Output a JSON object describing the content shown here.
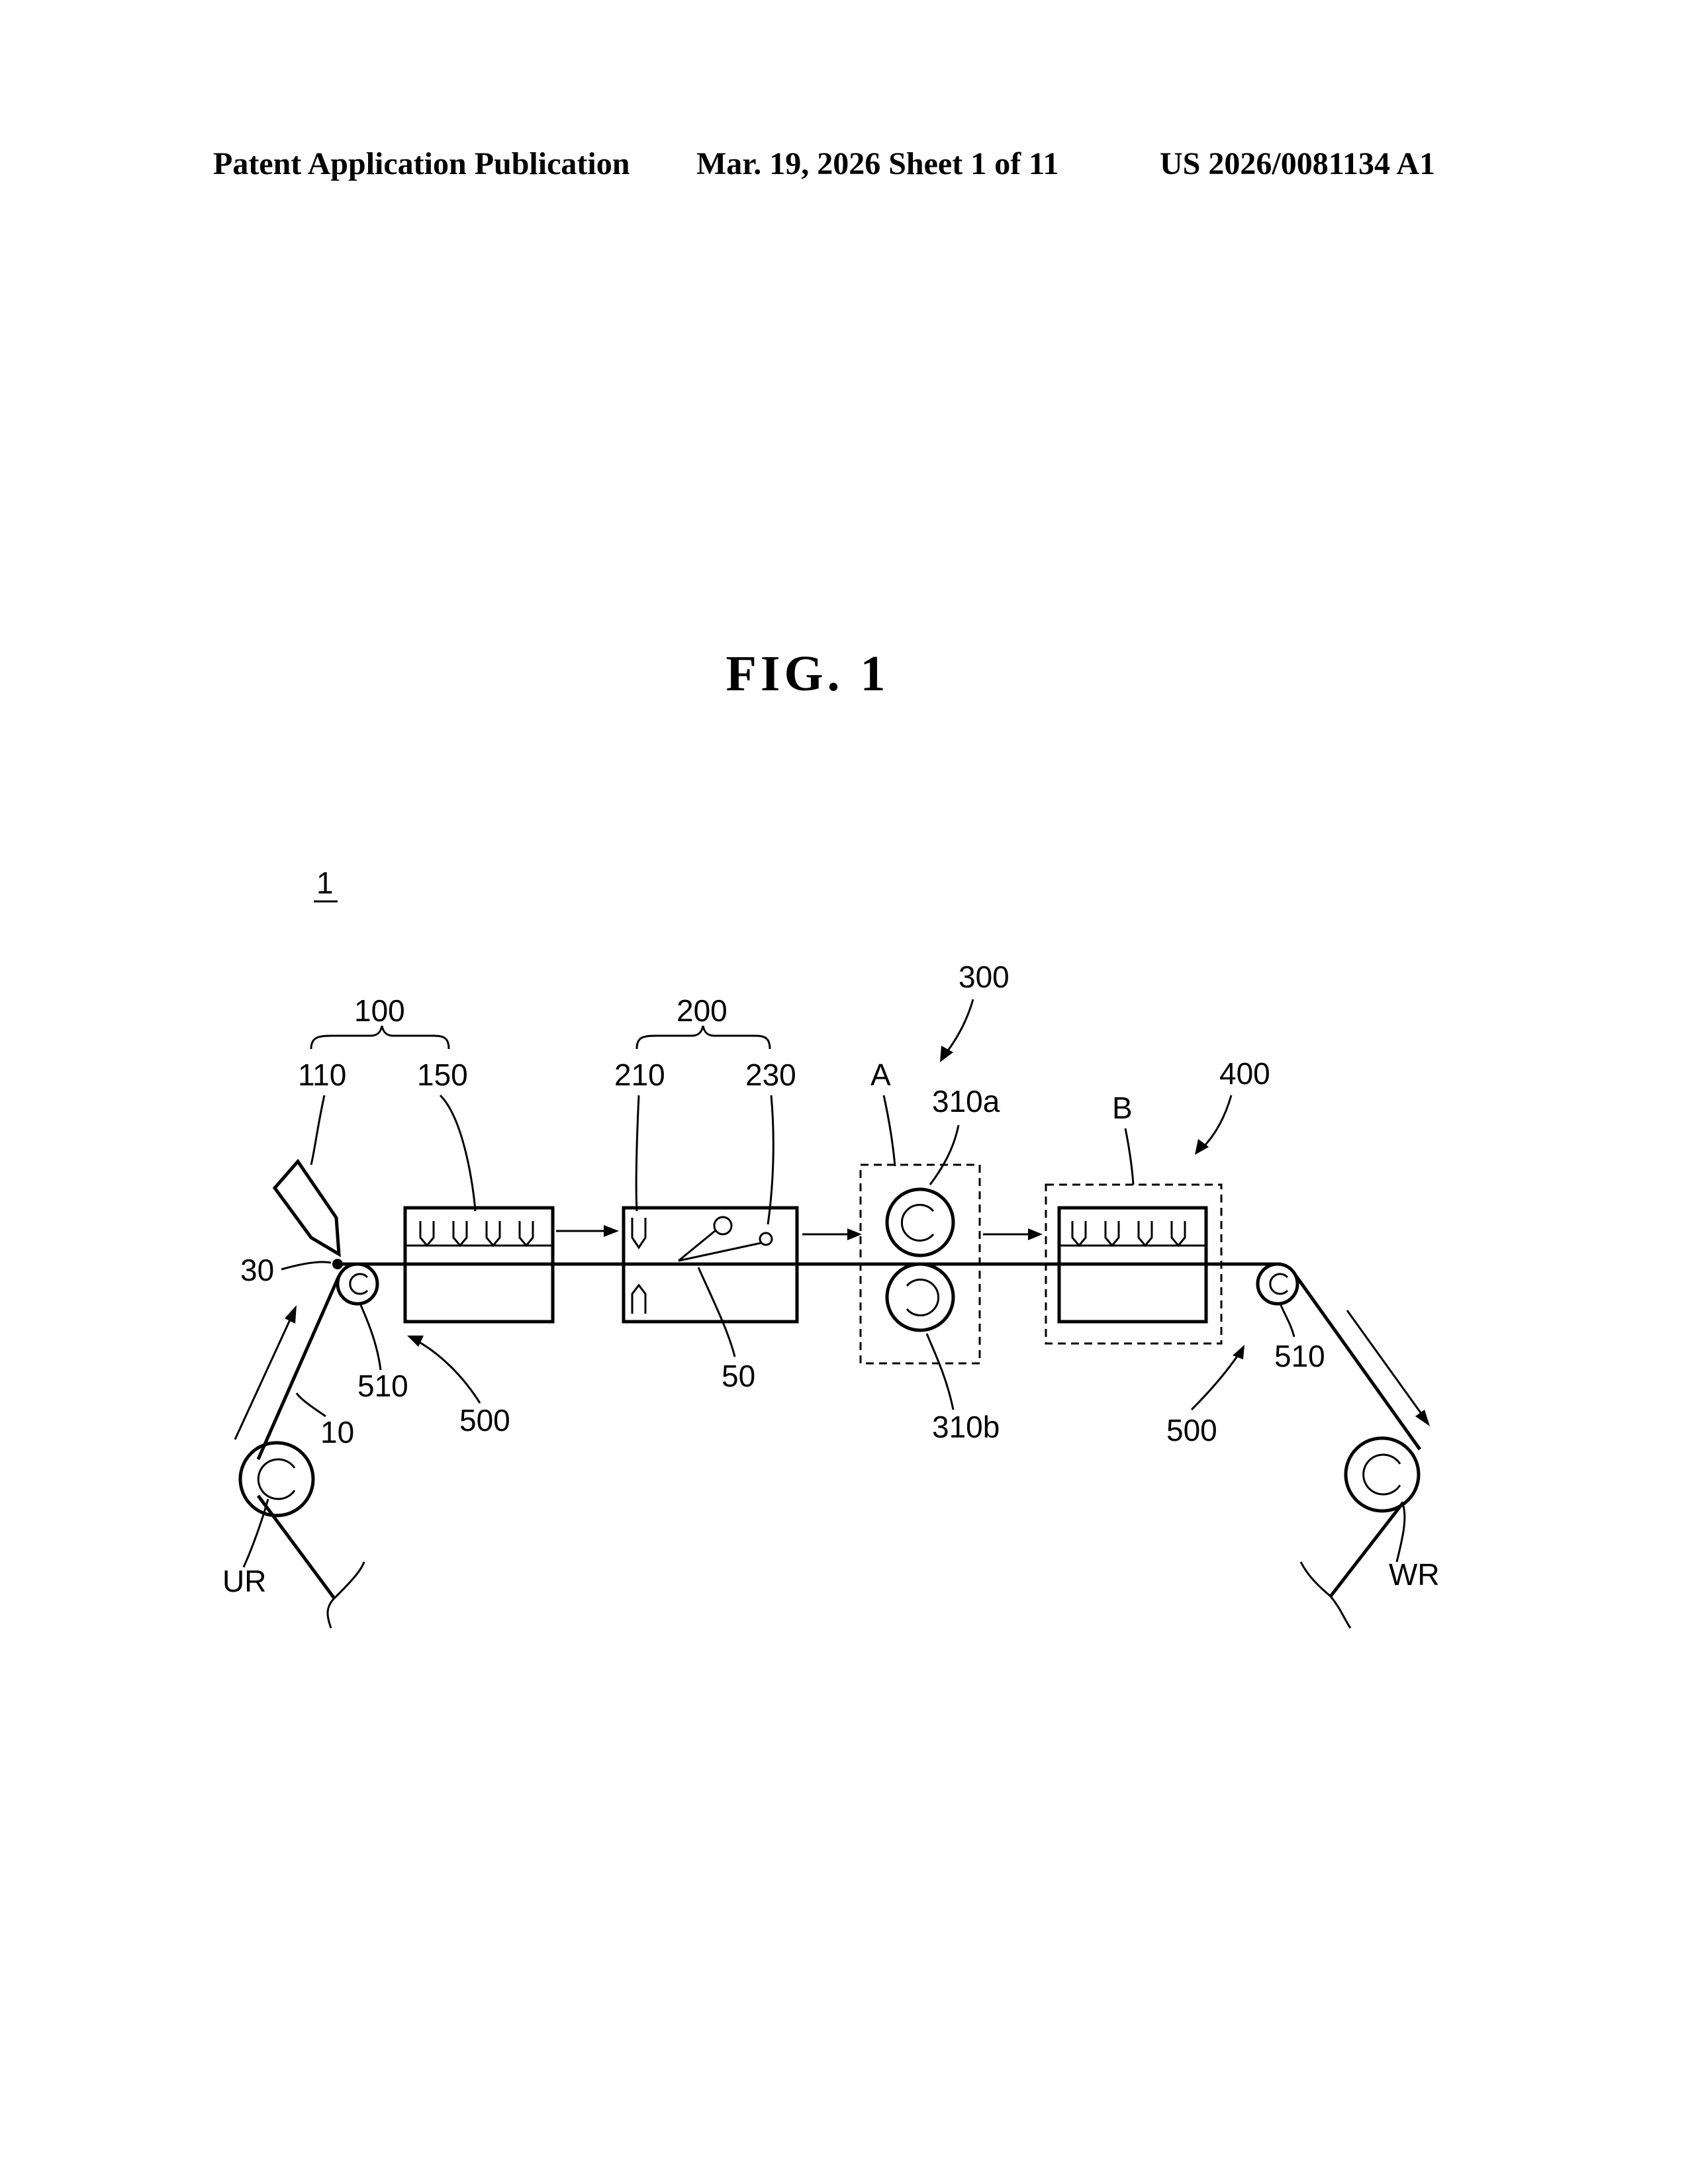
{
  "header": {
    "left": "Patent Application Publication",
    "middle": "Mar. 19, 2026  Sheet 1 of 11",
    "right": "US 2026/0081134 A1"
  },
  "figure": {
    "title": "FIG.  1",
    "labels": {
      "system": "1",
      "unit_100": "100",
      "unit_110": "110",
      "unit_150": "150",
      "unit_200": "200",
      "unit_210": "210",
      "unit_230": "230",
      "unit_300": "300",
      "region_a": "A",
      "roller_310a": "310a",
      "roller_310b": "310b",
      "unit_400": "400",
      "region_b": "B",
      "point_30": "30",
      "guide_510_left": "510",
      "guide_510_right": "510",
      "conveyor_500_left": "500",
      "conveyor_500_right": "500",
      "sheet_10": "10",
      "part_50": "50",
      "unwind_roll": "UR",
      "wind_roll": "WR"
    }
  }
}
